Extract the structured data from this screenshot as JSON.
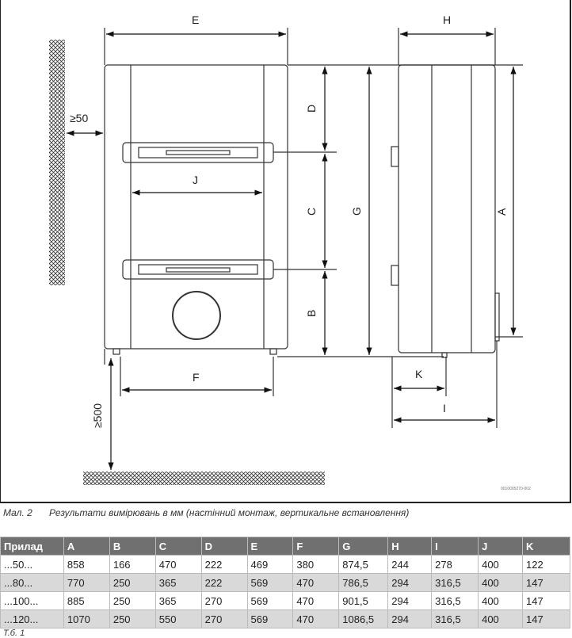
{
  "figure": {
    "labels": {
      "E": "E",
      "H": "H",
      "D": "D",
      "C": "C",
      "B": "B",
      "G": "G",
      "A": "A",
      "J": "J",
      "F": "F",
      "K": "K",
      "I": "I",
      "wall_gap": "≥50",
      "floor_gap": "≥500"
    },
    "code": "0010005270-002"
  },
  "caption": {
    "number": "Мал. 2",
    "text": "Результати вимірювань в мм (настінний монтаж, вертикальне встановлення)"
  },
  "table": {
    "headers": [
      "Прилад",
      "A",
      "B",
      "C",
      "D",
      "E",
      "F",
      "G",
      "H",
      "I",
      "J",
      "K"
    ],
    "rows": [
      [
        "...50...",
        "858",
        "166",
        "470",
        "222",
        "469",
        "380",
        "874,5",
        "244",
        "278",
        "400",
        "122"
      ],
      [
        "...80...",
        "770",
        "250",
        "365",
        "222",
        "569",
        "470",
        "786,5",
        "294",
        "316,5",
        "400",
        "147"
      ],
      [
        "...100...",
        "885",
        "250",
        "365",
        "270",
        "569",
        "470",
        "901,5",
        "294",
        "316,5",
        "400",
        "147"
      ],
      [
        "...120...",
        "1070",
        "250",
        "550",
        "270",
        "569",
        "470",
        "1086,5",
        "294",
        "316,5",
        "400",
        "147"
      ]
    ]
  },
  "footer": "Т.б. 1"
}
